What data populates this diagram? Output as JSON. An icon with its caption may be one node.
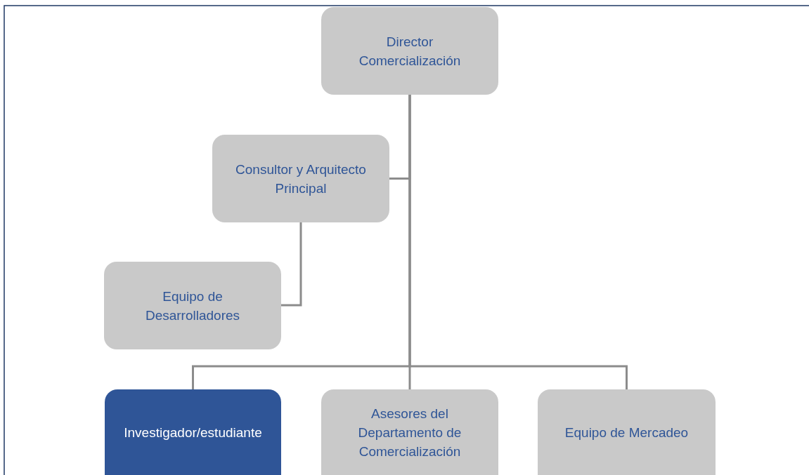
{
  "diagram": {
    "nodes": [
      {
        "text": [
          "Director Comercialización"
        ]
      },
      {
        "text": [
          "Consultor y Arquitecto Principal"
        ]
      },
      {
        "text": [
          "Equipo de Desarrolladores"
        ]
      },
      {
        "text": [
          "Investigador/estudiante"
        ]
      },
      {
        "text": [
          "Asesores del Departamento de Comercialización"
        ]
      },
      {
        "text": [
          "Equipo de Mercadeo"
        ]
      }
    ],
    "edges": [
      {
        "from": 0,
        "to": 1,
        "arrow": "none"
      },
      {
        "from": 1,
        "to": 2,
        "arrow": "none"
      },
      {
        "from": 0,
        "to": 3,
        "arrow": "none"
      },
      {
        "from": 0,
        "to": 4,
        "arrow": "none"
      },
      {
        "from": 0,
        "to": 5,
        "arrow": "none"
      }
    ]
  }
}
